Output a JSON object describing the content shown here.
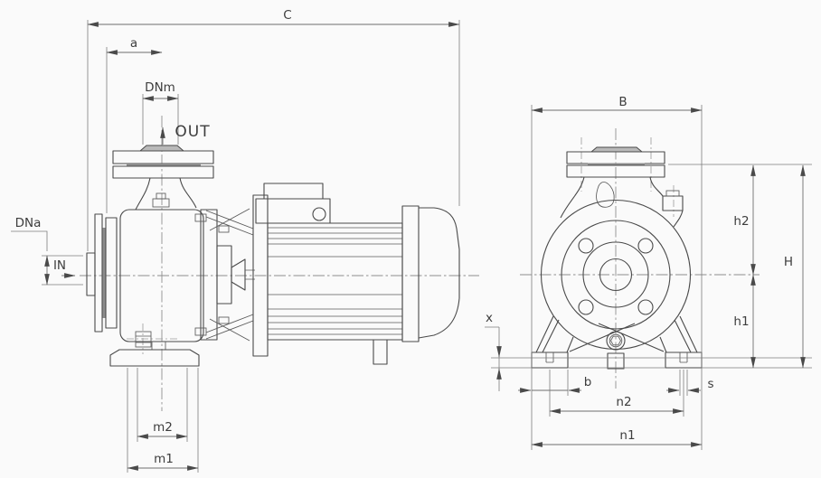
{
  "page": {
    "background": "#fafafa",
    "line_color": "#4a4a4a",
    "dimension_line_color": "#6e6e6e",
    "text_color": "#3d3d3d"
  },
  "diagram": {
    "type": "technical-dimensional-drawing",
    "subject": "close-coupled end-suction centrifugal pump with electric motor, side view and front view with dimension callouts",
    "views": {
      "side": "side-view",
      "front": "front-view"
    },
    "labels": {
      "C": "C",
      "a": "a",
      "DNm": "DNm",
      "OUT": "OUT",
      "DNa": "DNa",
      "IN": "IN",
      "m2": "m2",
      "m1": "m1",
      "B": "B",
      "h2": "h2",
      "H": "H",
      "h1": "h1",
      "x": "x",
      "b": "b",
      "s": "s",
      "n2": "n2",
      "n1": "n1"
    }
  }
}
